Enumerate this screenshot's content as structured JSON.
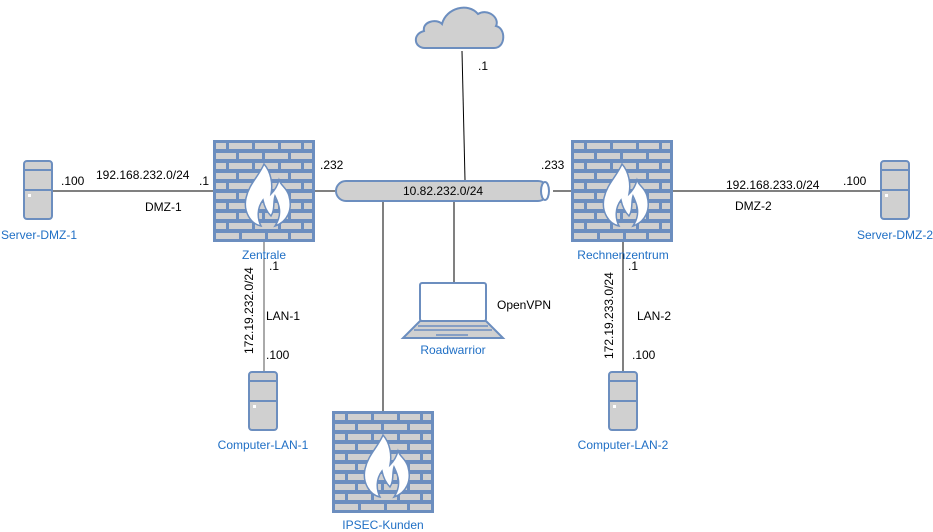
{
  "colors": {
    "device_fill": "#d0d0d0",
    "device_stroke": "#6c8ebf",
    "label_blue": "#1f6fc5",
    "line": "#000000"
  },
  "nodes": {
    "cloud": {
      "icon": "cloud-icon"
    },
    "zentrale": {
      "label": "Zentrale",
      "icon": "firewall-icon"
    },
    "rechenzentrum": {
      "label": "Rechnenzentrum",
      "icon": "firewall-icon"
    },
    "ipsec": {
      "label": "IPSEC-Kunden",
      "icon": "firewall-icon"
    },
    "server_dmz_1": {
      "label": "Server-DMZ-1",
      "icon": "server-icon"
    },
    "server_dmz_2": {
      "label": "Server-DMZ-2",
      "icon": "server-icon"
    },
    "computer_lan_1": {
      "label": "Computer-LAN-1",
      "icon": "server-icon"
    },
    "computer_lan_2": {
      "label": "Computer-LAN-2",
      "icon": "server-icon"
    },
    "roadwarrior": {
      "label": "Roadwarrior",
      "icon": "laptop-icon"
    },
    "backbone": {
      "label": "10.82.232.0/24",
      "icon": "bus-pipe-icon"
    }
  },
  "labels": {
    "cloud_ip": ".1",
    "zentrale_wan_ip": ".232",
    "rz_wan_ip": ".233",
    "dmz1_net": "192.168.232.0/24",
    "dmz1_name": "DMZ-1",
    "dmz1_server_ip": ".100",
    "dmz1_fw_ip": ".1",
    "dmz2_net": "192.168.233.0/24",
    "dmz2_name": "DMZ-2",
    "dmz2_server_ip": ".100",
    "lan1_net": "172.19.232.0/24",
    "lan1_name": "LAN-1",
    "lan1_fw_ip": ".1",
    "lan1_host_ip": ".100",
    "lan2_net": "172.19.233.0/24",
    "lan2_name": "LAN-2",
    "lan2_fw_ip": ".1",
    "lan2_host_ip": ".100",
    "openvpn": "OpenVPN"
  }
}
